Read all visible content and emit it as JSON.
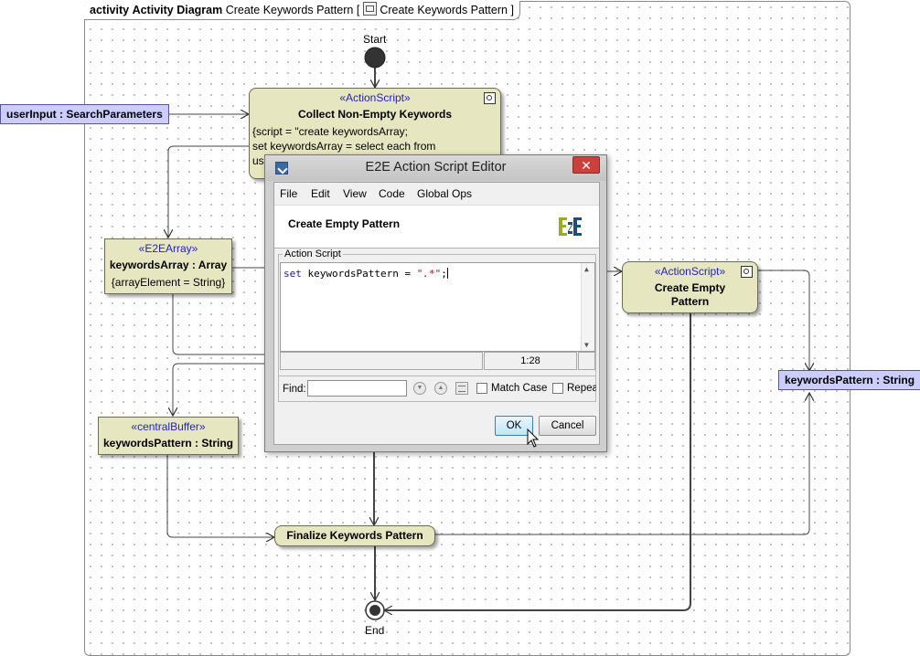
{
  "frame": {
    "keyword": "activity",
    "name": "Activity Diagram",
    "title": "Create Keywords Pattern [",
    "tab_icon": "activity-diagram-icon",
    "bracket_label": "Create Keywords Pattern",
    "bracket_close": "]"
  },
  "nodes": {
    "start_label": "Start",
    "end_label": "End",
    "collect": {
      "stereotype": "«ActionScript»",
      "name": "Collect Non-Empty Keywords",
      "line1": "{script = \"create keywordsArray;",
      "line2": "set keywordsArray = select each from",
      "line3": "us"
    },
    "keywords_array": {
      "stereotype": "«E2EArray»",
      "name": "keywordsArray : Array",
      "constraint": "{arrayElement = String}"
    },
    "central_buffer": {
      "stereotype": "«centralBuffer»",
      "name": "keywordsPattern : String"
    },
    "create_empty": {
      "stereotype": "«ActionScript»",
      "name_line1": "Create Empty",
      "name_line2": "Pattern"
    },
    "finalize": {
      "name": "Finalize Keywords Pattern"
    },
    "input_pin": {
      "label": "userInput : SearchParameters"
    },
    "output_pin": {
      "label": "keywordsPattern : String"
    }
  },
  "dialog": {
    "title": "E2E Action Script Editor",
    "close_label": "✕",
    "menu": [
      "File",
      "Edit",
      "View",
      "Code",
      "Global Ops"
    ],
    "header_title": "Create Empty Pattern",
    "logo": "e2e-logo-icon",
    "group_label": "Action Script",
    "code": {
      "keyword": "set",
      "middle": " keywordsPattern = ",
      "string": "\".*\"",
      "end": ";"
    },
    "cursor_position": "1:28",
    "find_label": "Find:",
    "find_value": "",
    "match_case_label": "Match Case",
    "repeat_label": "Repea",
    "ok_label": "OK",
    "cancel_label": "Cancel"
  },
  "colors": {
    "action_fill": "#e6e6c0",
    "pin_fill": "#ccccff",
    "stereotype_text": "#2222cc",
    "close_button": "#c9413a"
  }
}
